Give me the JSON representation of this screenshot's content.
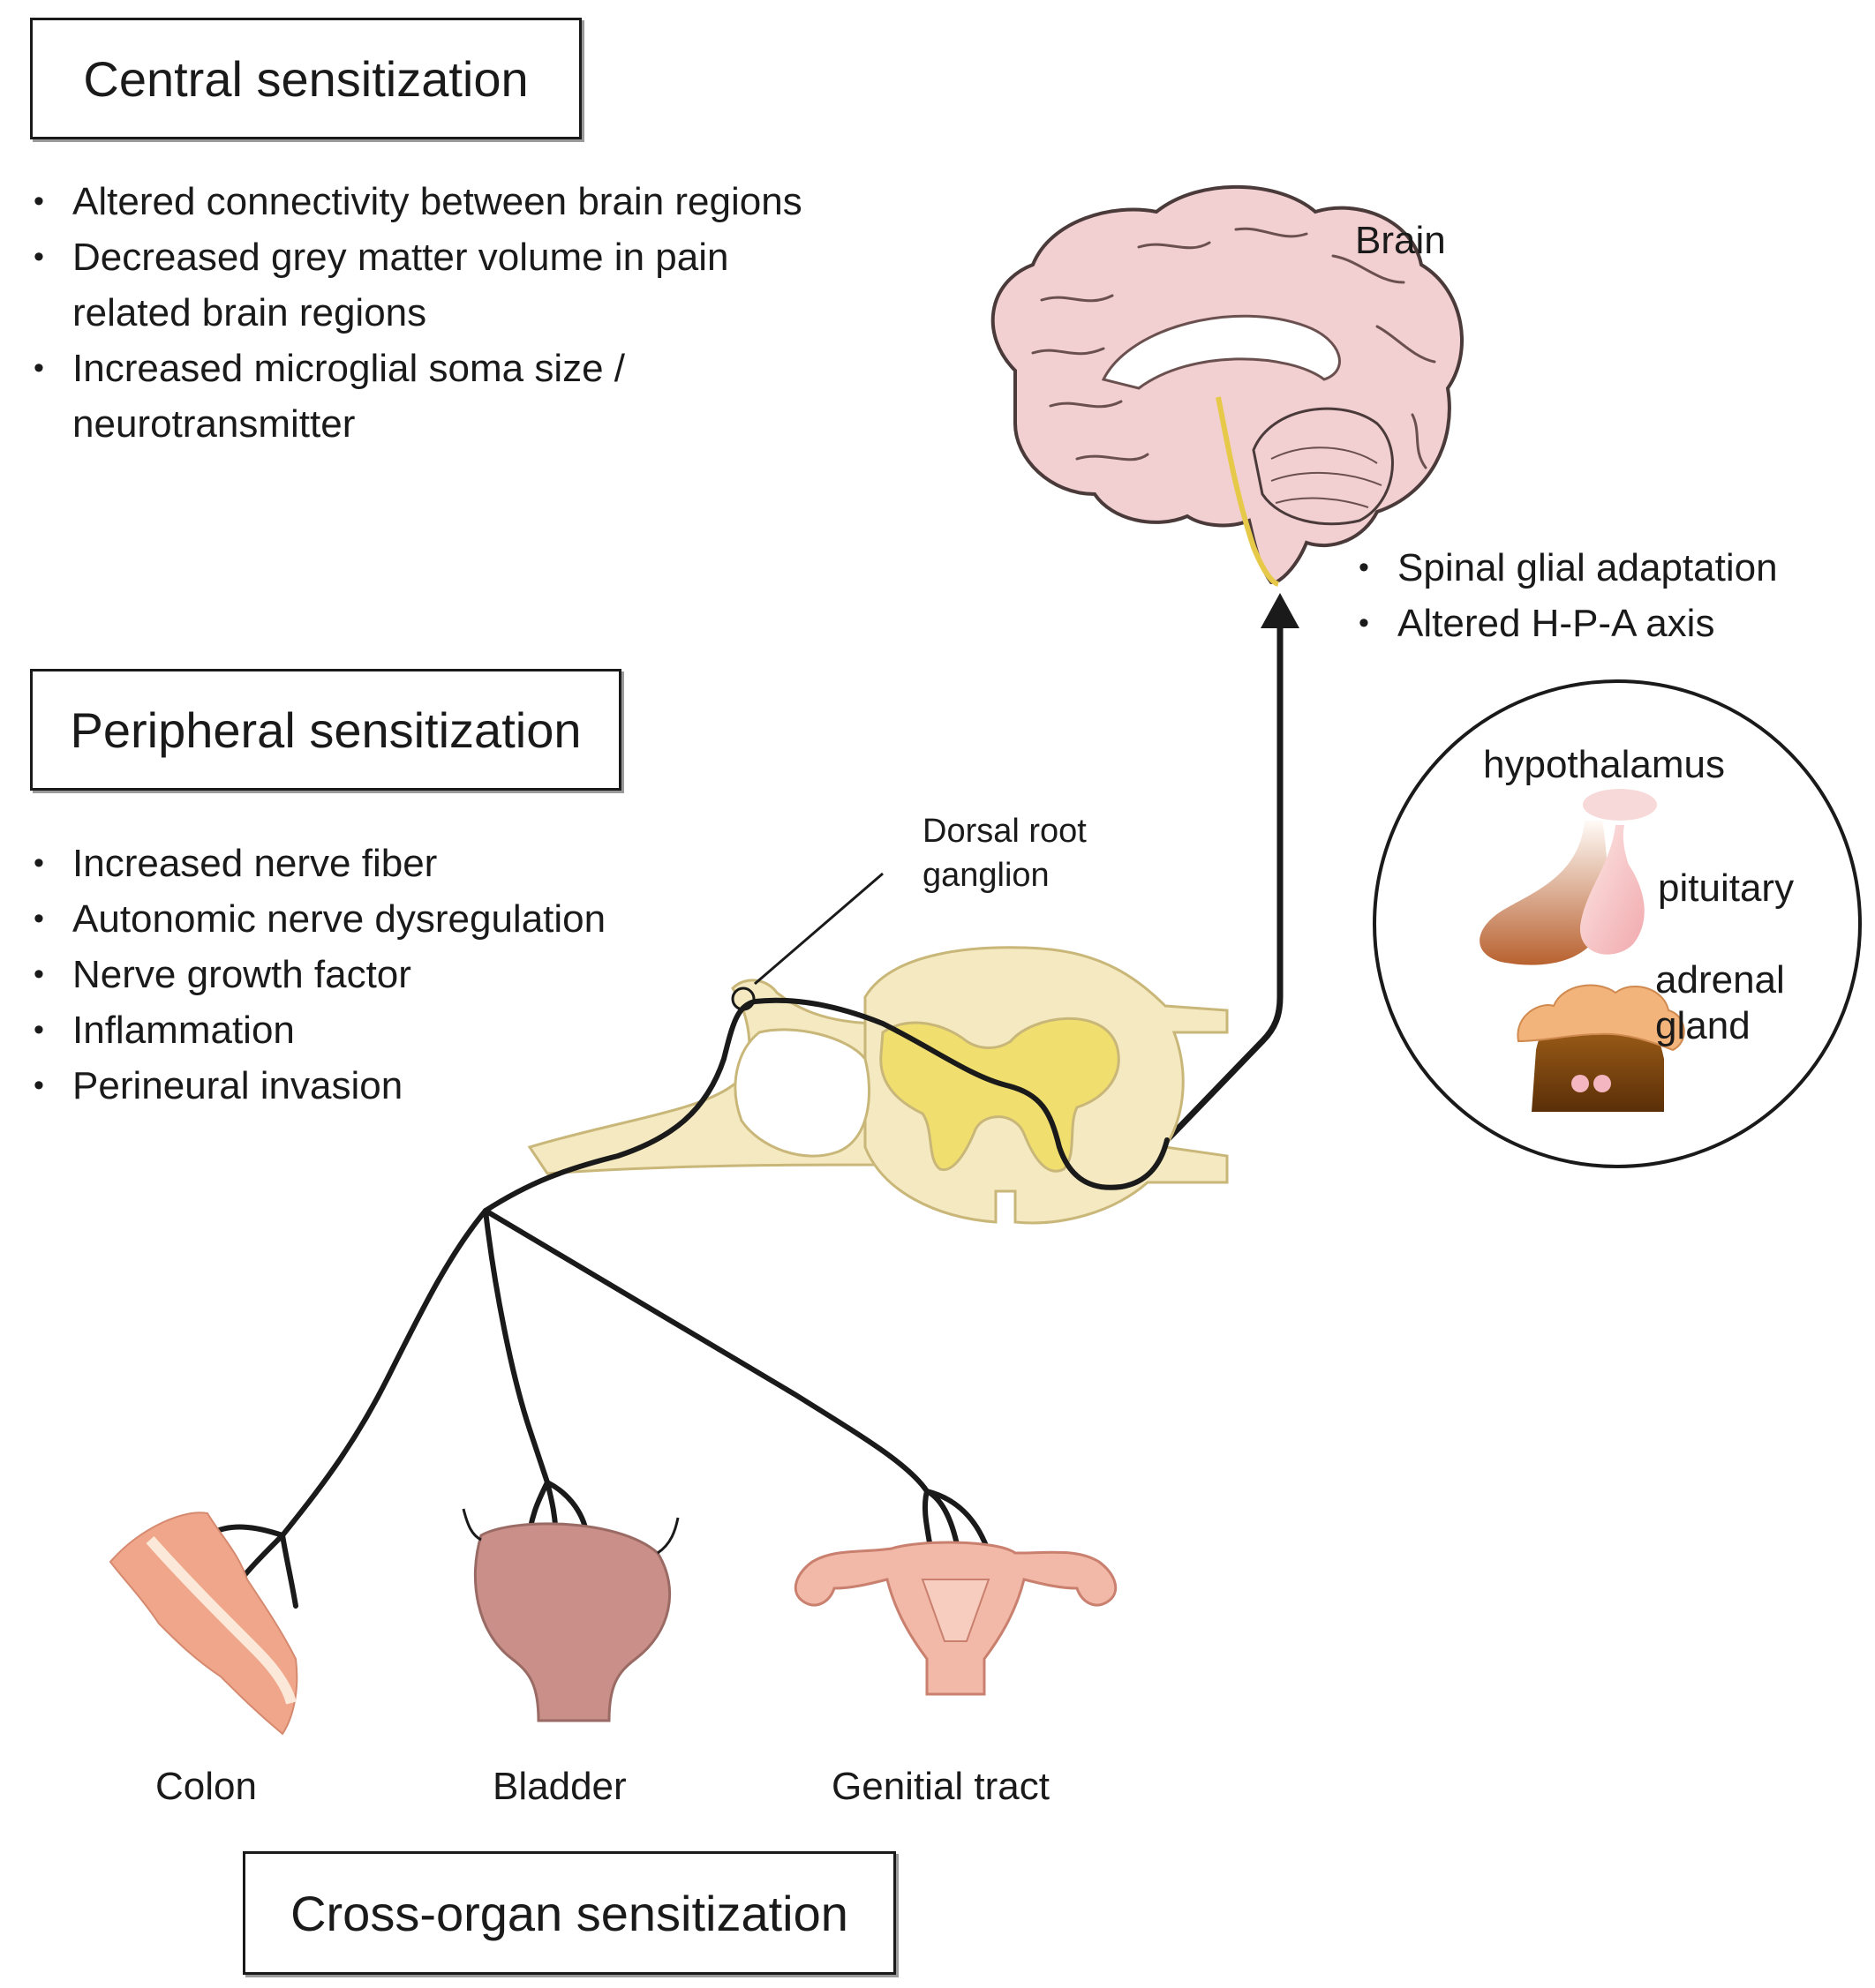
{
  "central": {
    "title": "Central sensitization",
    "items": [
      "Altered connectivity between brain regions",
      "Decreased grey matter volume in pain related brain regions",
      "Increased microglial soma size / neurotransmitter"
    ]
  },
  "peripheral": {
    "title": "Peripheral sensitization",
    "items": [
      "Increased nerve fiber",
      "Autonomic nerve dysregulation",
      "Nerve growth factor",
      "Inflammation",
      "Perineural invasion"
    ]
  },
  "cross_organ": {
    "title": "Cross-organ sensitization"
  },
  "brain": {
    "label": "Brain",
    "items": [
      "Spinal glial adaptation",
      "Altered H-P-A axis"
    ]
  },
  "hpa": {
    "hypothalamus": "hypothalamus",
    "pituitary": "pituitary",
    "adrenal": "adrenal gland"
  },
  "drg": {
    "label": "Dorsal root ganglion"
  },
  "organs": {
    "colon": "Colon",
    "bladder": "Bladder",
    "genital": "Genitial tract"
  },
  "colors": {
    "brain_fill": "#f2cfd1",
    "spinal_cord": "#f4e9c0",
    "grey_matter": "#f0de6e",
    "colon": "#f0a68a",
    "bladder": "#c98f88",
    "uterus": "#f3b9a8",
    "adrenal": "#f2b47a"
  }
}
